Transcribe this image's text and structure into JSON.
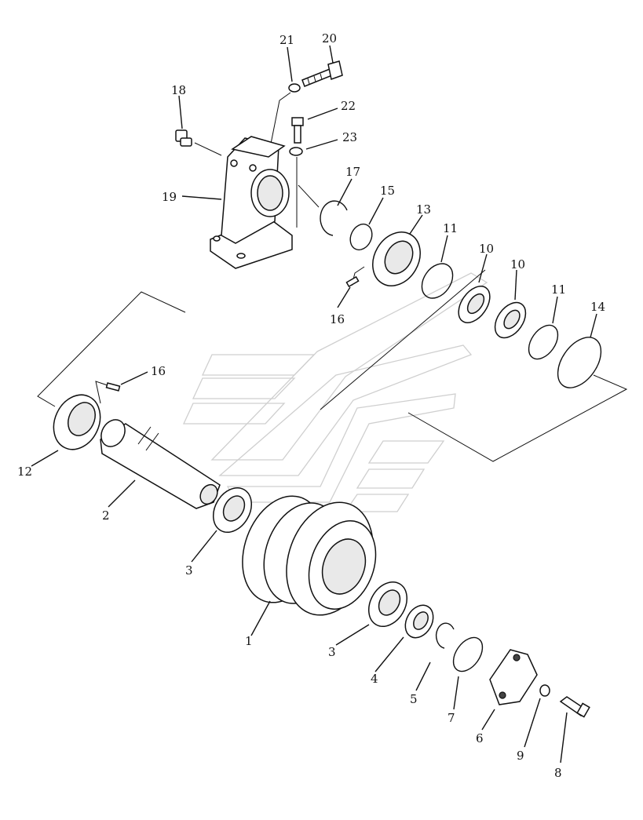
{
  "callouts": [
    {
      "id": "1",
      "label": "1"
    },
    {
      "id": "2",
      "label": "2"
    },
    {
      "id": "3a",
      "label": "3"
    },
    {
      "id": "3b",
      "label": "3"
    },
    {
      "id": "4",
      "label": "4"
    },
    {
      "id": "5",
      "label": "5"
    },
    {
      "id": "6",
      "label": "6"
    },
    {
      "id": "7",
      "label": "7"
    },
    {
      "id": "8",
      "label": "8"
    },
    {
      "id": "9",
      "label": "9"
    },
    {
      "id": "10a",
      "label": "10"
    },
    {
      "id": "10b",
      "label": "10"
    },
    {
      "id": "11a",
      "label": "11"
    },
    {
      "id": "11b",
      "label": "11"
    },
    {
      "id": "12",
      "label": "12"
    },
    {
      "id": "13",
      "label": "13"
    },
    {
      "id": "14",
      "label": "14"
    },
    {
      "id": "15",
      "label": "15"
    },
    {
      "id": "16a",
      "label": "16"
    },
    {
      "id": "16b",
      "label": "16"
    },
    {
      "id": "17",
      "label": "17"
    },
    {
      "id": "18",
      "label": "18"
    },
    {
      "id": "19",
      "label": "19"
    },
    {
      "id": "20",
      "label": "20"
    },
    {
      "id": "21",
      "label": "21"
    },
    {
      "id": "22",
      "label": "22"
    },
    {
      "id": "23",
      "label": "23"
    }
  ]
}
